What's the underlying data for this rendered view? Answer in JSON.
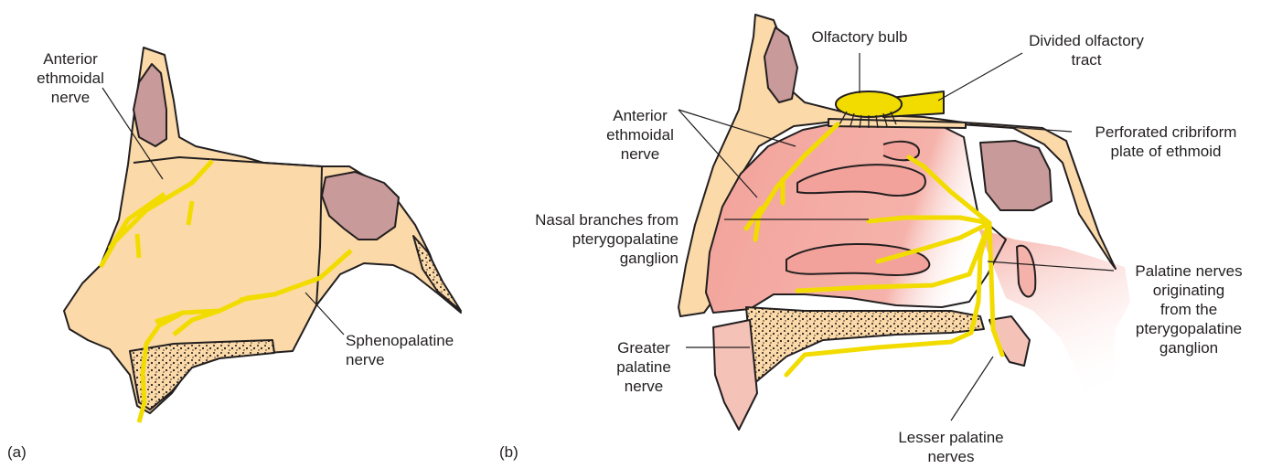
{
  "panel_a": {
    "tag": "(a)",
    "labels": {
      "anterior_ethmoidal": "Anterior\nethmoidal\nnerve",
      "sphenopalatine": "Sphenopalatine\nnerve"
    }
  },
  "panel_b": {
    "tag": "(b)",
    "labels": {
      "olfactory_bulb": "Olfactory bulb",
      "divided_tract": "Divided olfactory\ntract",
      "cribriform": "Perforated cribriform\nplate of ethmoid",
      "anterior_ethmoidal": "Anterior\nethmoidal\nnerve",
      "nasal_branches": "Nasal branches from\npterygopalatine\nganglion",
      "palatine_nerves": "Palatine nerves\noriginating\nfrom the\npterygopalatine\nganglion",
      "greater_palatine": "Greater\npalatine\nnerve",
      "lesser_palatine": "Lesser palatine\nnerves"
    }
  },
  "colors": {
    "bone": "#fbd9a8",
    "sinus": "#c99a9a",
    "mucosa": "#f4a7a0",
    "nerve": "#f2dc00",
    "outline": "#231f20"
  }
}
